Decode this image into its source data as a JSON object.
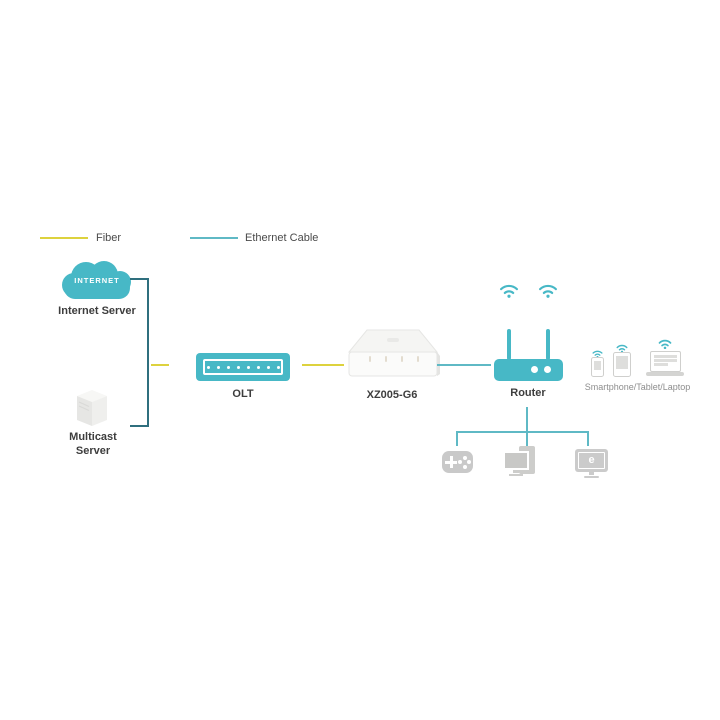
{
  "colors": {
    "teal": "#47b8c6",
    "ethernet_line_teal": "#5fb9c5",
    "bracket_dark_teal": "#2f6f7e",
    "fiber_yellow": "#ddd23e",
    "client_icon_gray": "#c9c9c9",
    "caption_text_dark": "#3d3d3d",
    "caption_text_gray": "#8e8e8e"
  },
  "legend": {
    "fiber_label": "Fiber",
    "ethernet_label": "Ethernet Cable"
  },
  "nodes": {
    "internet": {
      "badge": "INTERNET",
      "caption": "Internet Server"
    },
    "multicast": {
      "caption_line1": "Multicast",
      "caption_line2": "Server"
    },
    "olt": {
      "caption": "OLT",
      "port_count": 8
    },
    "modem": {
      "caption": "XZ005-G6"
    },
    "router": {
      "caption": "Router"
    },
    "wireless_clients": {
      "caption": "Smartphone/Tablet/Laptop"
    },
    "iptv": {
      "screen_letter": "e"
    }
  },
  "icons": {
    "internet_cloud": "cloud-shape",
    "wifi": "wifi-signal-arcs",
    "multicast_server": "3d-cube-server",
    "olt_ports": "white-dot-row",
    "game_console": "gamepad",
    "computer": "desktop-pc",
    "iptv_tv": "tv-with-letter",
    "smartphone": "phone-outline",
    "tablet": "tablet-outline",
    "laptop": "laptop-outline"
  }
}
